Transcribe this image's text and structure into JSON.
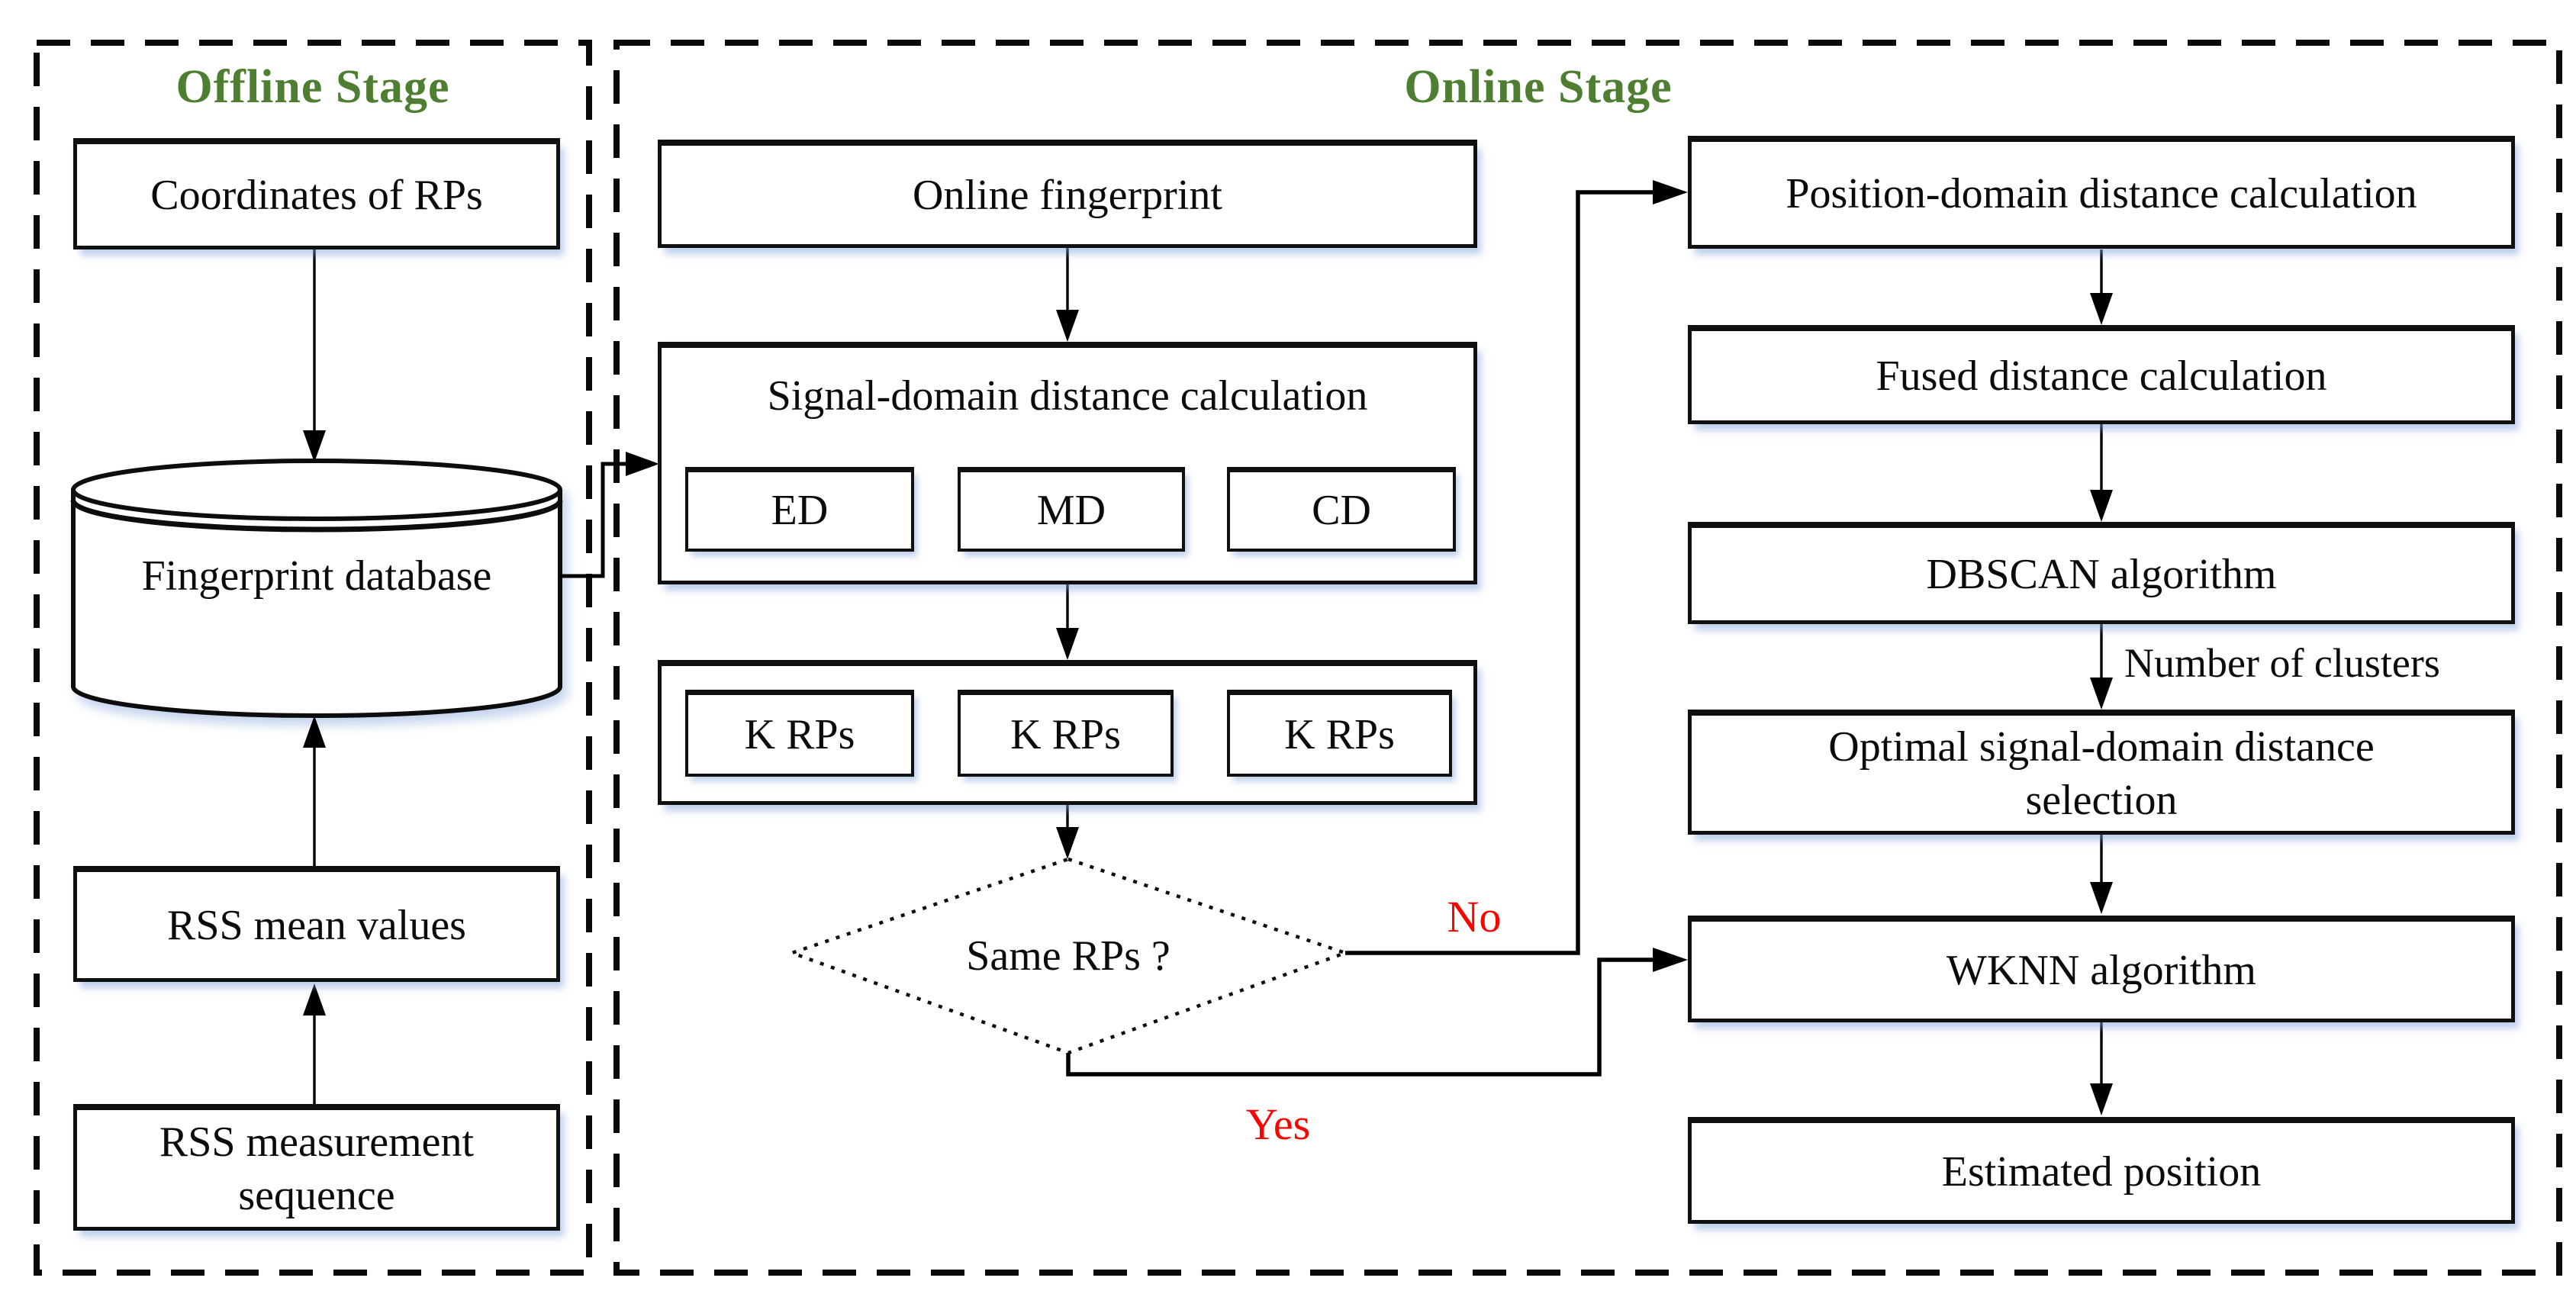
{
  "figure": {
    "colors": {
      "stage_title": "#4e7e31",
      "branch_label": "#fb0200",
      "line": "#000000",
      "background": "#ffffff"
    },
    "offline": {
      "title": "Offline Stage",
      "coordinates": "Coordinates of RPs",
      "database": "Fingerprint database",
      "rss_mean": "RSS mean values",
      "rss_seq_line1": "RSS measurement",
      "rss_seq_line2": "sequence"
    },
    "online": {
      "title": "Online Stage",
      "fingerprint": "Online fingerprint",
      "signal_domain_title": "Signal-domain distance calculation",
      "metrics": [
        "ED",
        "MD",
        "CD"
      ],
      "krps": [
        "K RPs",
        "K RPs",
        "K RPs"
      ],
      "decision": "Same RPs ?",
      "no_label": "No",
      "yes_label": "Yes",
      "position_domain": "Position-domain distance calculation",
      "fused": "Fused distance calculation",
      "dbscan": "DBSCAN algorithm",
      "clusters_label": "Number of clusters",
      "optimal_line1": "Optimal signal-domain distance",
      "optimal_line2": "selection",
      "wknn": "WKNN algorithm",
      "estimated": "Estimated position"
    }
  }
}
